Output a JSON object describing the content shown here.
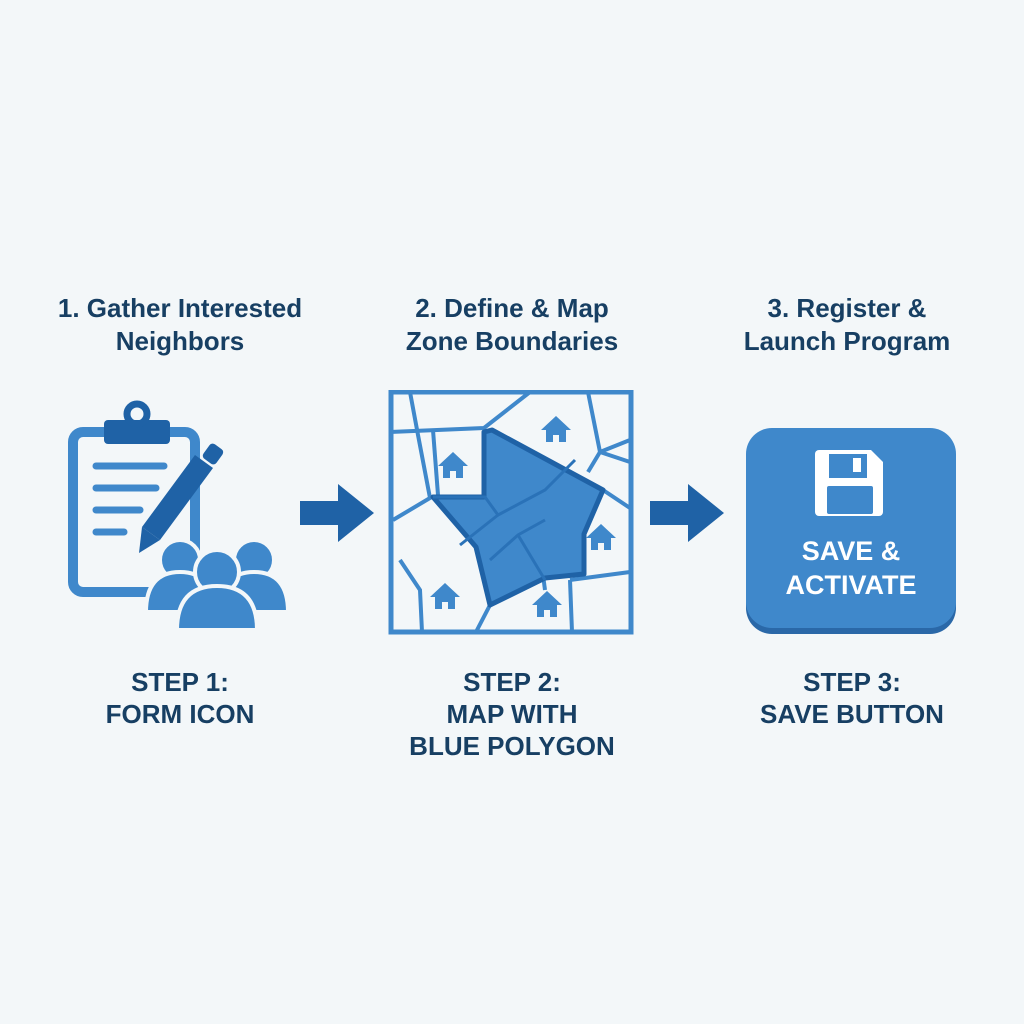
{
  "steps": [
    {
      "heading": [
        "1. Gather Interested",
        "Neighbors"
      ],
      "caption": [
        "STEP 1:",
        "FORM ICON"
      ]
    },
    {
      "heading": [
        "2. Define & Map",
        "Zone Boundaries"
      ],
      "caption": [
        "STEP 2:",
        "MAP WITH",
        "BLUE POLYGON"
      ]
    },
    {
      "heading": [
        "3. Register &",
        "Launch Program"
      ],
      "caption": [
        "STEP 3:",
        "SAVE BUTTON"
      ]
    }
  ],
  "save_button": {
    "label": [
      "SAVE &",
      "ACTIVATE"
    ],
    "icon": "floppy-disk-icon"
  },
  "colors": {
    "background": "#f3f7f9",
    "text": "#173f63",
    "blue": "#3f88cb",
    "dark_blue": "#1f62a6"
  }
}
